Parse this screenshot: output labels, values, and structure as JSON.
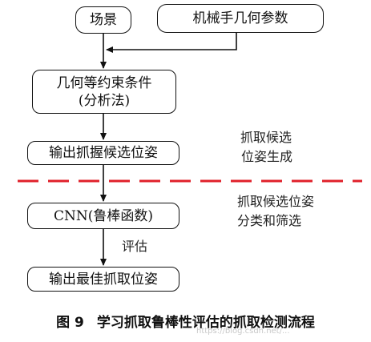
{
  "nodes": {
    "scene": "场景",
    "arm_params": "机械手几何参数",
    "constraints_line1": "几何等约束条件",
    "constraints_line2": "(分析法)",
    "output_candidates": "输出抓握候选位姿",
    "cnn": "CNN(鲁棒函数)",
    "output_best": "输出最佳抓取位姿"
  },
  "labels": {
    "stage1_line1": "抓取候选",
    "stage1_line2": "位姿生成",
    "stage2_line1": "抓取候选位姿",
    "stage2_line2": "分类和筛选",
    "evaluate": "评估"
  },
  "caption": {
    "number": "图 9",
    "text": "学习抓取鲁棒性评估的抓取检测流程"
  },
  "watermark": "https://blog.csdn.net/...",
  "colors": {
    "line": "#111111",
    "divider": "#e0202a"
  }
}
